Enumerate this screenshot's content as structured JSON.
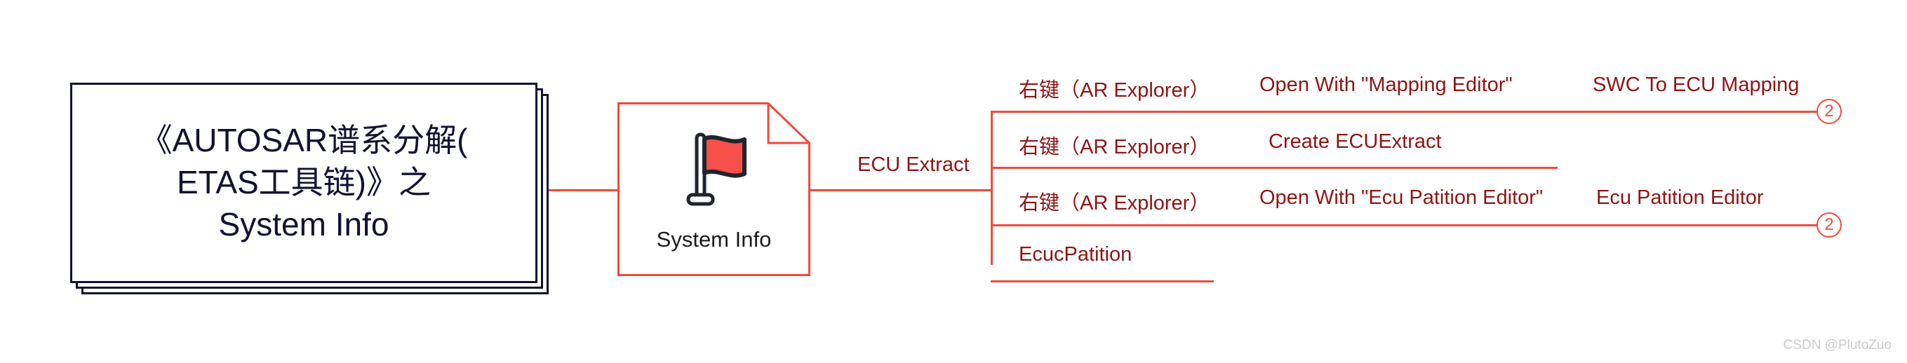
{
  "diagram": {
    "title_node": {
      "lines": [
        "《AUTOSAR谱系分解(",
        "ETAS工具链)》之",
        "System Info"
      ],
      "border_color": "#121232"
    },
    "system_info_node": {
      "label": "System Info",
      "icon": "red-flag-icon",
      "shape": "document-folded-corner",
      "border_color": "#ee4b3b",
      "flag_color": "#f7504b"
    },
    "edge_label": "ECU Extract",
    "branches": [
      {
        "col1": "右键（AR Explorer）",
        "col2": "Open With \"Mapping Editor\"",
        "col3": "SWC To ECU Mapping",
        "badge": "2"
      },
      {
        "col1": "右键（AR Explorer）",
        "col2": "Create ECUExtract",
        "col3": "",
        "badge": ""
      },
      {
        "col1": "右键（AR Explorer）",
        "col2": "Open With \"Ecu Patition Editor\"",
        "col3": "Ecu Patition Editor",
        "badge": "2"
      },
      {
        "col1": "EcucPatition",
        "col2": "",
        "col3": "",
        "badge": ""
      }
    ],
    "accent_color": "#ee4b3b",
    "text_color": "#8f1414"
  },
  "watermark": "CSDN @PlutoZuo"
}
